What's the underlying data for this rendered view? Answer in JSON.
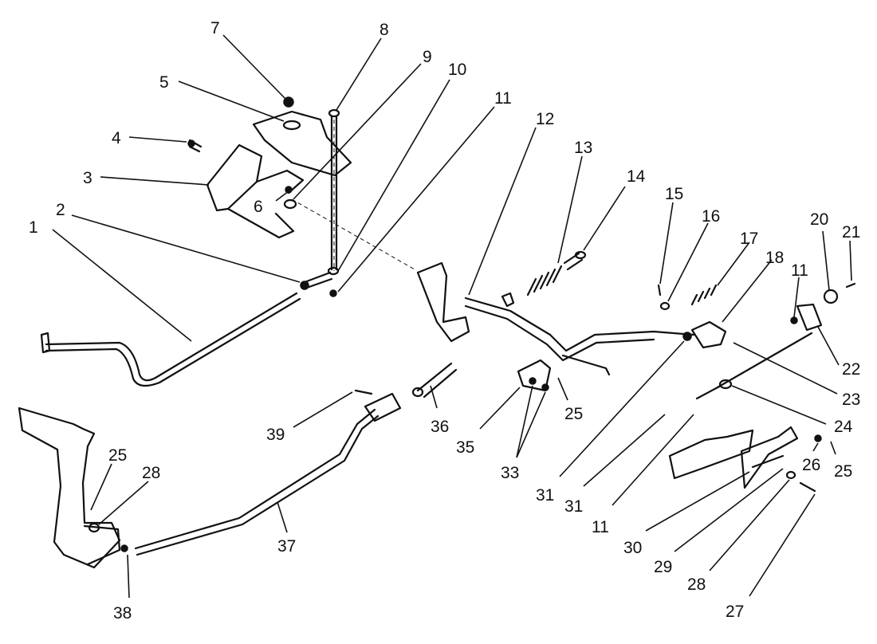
{
  "callouts": [
    {
      "id": "c1",
      "label": "1"
    },
    {
      "id": "c2",
      "label": "2"
    },
    {
      "id": "c3",
      "label": "3"
    },
    {
      "id": "c4",
      "label": "4"
    },
    {
      "id": "c5",
      "label": "5"
    },
    {
      "id": "c6",
      "label": "6"
    },
    {
      "id": "c7",
      "label": "7"
    },
    {
      "id": "c8",
      "label": "8"
    },
    {
      "id": "c9",
      "label": "9"
    },
    {
      "id": "c10",
      "label": "10"
    },
    {
      "id": "c11a",
      "label": "11"
    },
    {
      "id": "c12",
      "label": "12"
    },
    {
      "id": "c13",
      "label": "13"
    },
    {
      "id": "c14",
      "label": "14"
    },
    {
      "id": "c15",
      "label": "15"
    },
    {
      "id": "c16",
      "label": "16"
    },
    {
      "id": "c17",
      "label": "17"
    },
    {
      "id": "c18",
      "label": "18"
    },
    {
      "id": "c11b",
      "label": "11"
    },
    {
      "id": "c20",
      "label": "20"
    },
    {
      "id": "c21",
      "label": "21"
    },
    {
      "id": "c22",
      "label": "22"
    },
    {
      "id": "c23",
      "label": "23"
    },
    {
      "id": "c24",
      "label": "24"
    },
    {
      "id": "c25a",
      "label": "25"
    },
    {
      "id": "c26",
      "label": "26"
    },
    {
      "id": "c25b",
      "label": "25"
    },
    {
      "id": "c27",
      "label": "27"
    },
    {
      "id": "c28a",
      "label": "28"
    },
    {
      "id": "c29",
      "label": "29"
    },
    {
      "id": "c30",
      "label": "30"
    },
    {
      "id": "c11c",
      "label": "11"
    },
    {
      "id": "c31a",
      "label": "31"
    },
    {
      "id": "c31b",
      "label": "31"
    },
    {
      "id": "c33",
      "label": "33"
    },
    {
      "id": "c35",
      "label": "35"
    },
    {
      "id": "c25c",
      "label": "25"
    },
    {
      "id": "c36",
      "label": "36"
    },
    {
      "id": "c39",
      "label": "39"
    },
    {
      "id": "c37",
      "label": "37"
    },
    {
      "id": "c25d",
      "label": "25"
    },
    {
      "id": "c28b",
      "label": "28"
    },
    {
      "id": "c38",
      "label": "38"
    }
  ]
}
